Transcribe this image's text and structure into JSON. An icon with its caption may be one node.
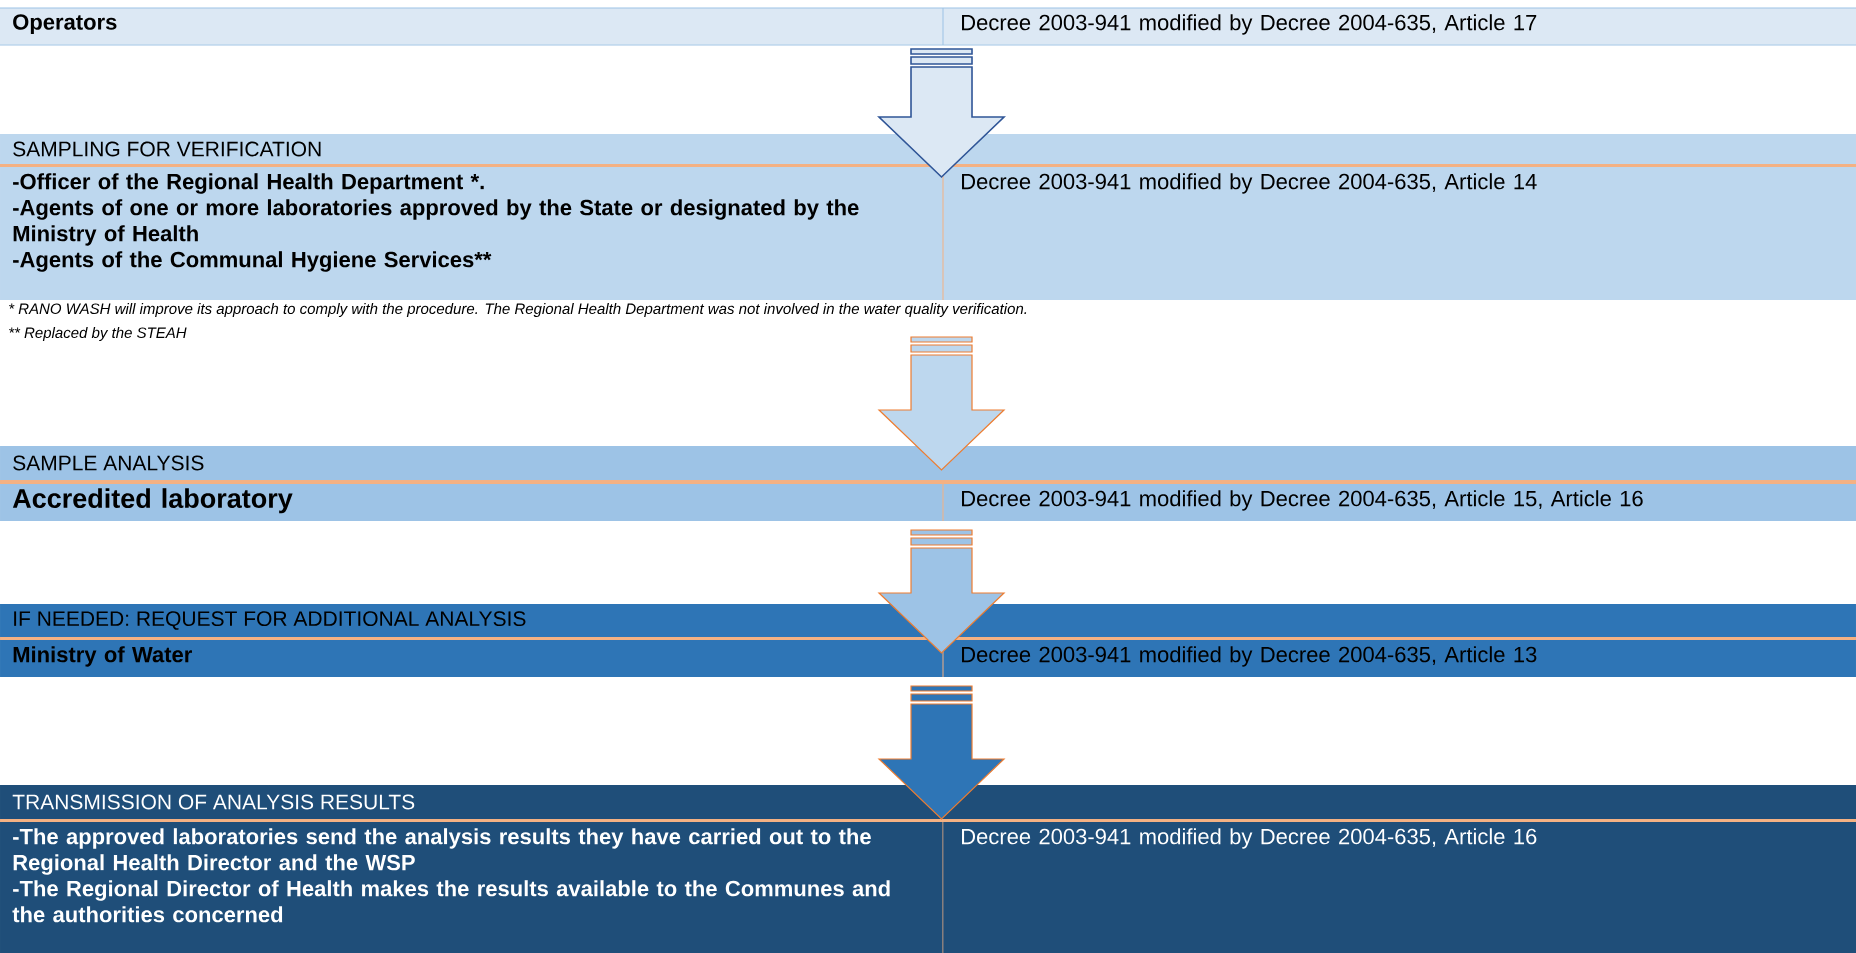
{
  "diagram": {
    "nodes": [
      {
        "text": [
          "Operators",
          "Decree 2003-941 modified by Decree 2004-635, Article 17"
        ]
      },
      {
        "text": [
          "SAMPLING FOR VERIFICATION",
          "-Officer of the Regional Health Department *.",
          "-Agents of one or more laboratories approved by the State or designated by the Ministry of Health",
          "-Agents of the Communal Hygiene Services**",
          "Decree 2003-941 modified by Decree 2004-635, Article 14"
        ]
      },
      {
        "text": [
          "SAMPLE ANALYSIS",
          "Accredited laboratory",
          "Decree 2003-941 modified by Decree 2004-635, Article 15, Article 16"
        ]
      },
      {
        "text": [
          "IF NEEDED: REQUEST FOR ADDITIONAL ANALYSIS",
          "Ministry of Water",
          "Decree 2003-941 modified by Decree 2004-635, Article 13"
        ]
      },
      {
        "text": [
          "TRANSMISSION OF ANALYSIS RESULTS",
          "-The approved laboratories send the analysis results they have carried out to the  Regional Health Director and the WSP",
          "-The Regional Director of Health makes the results available to the Communes and the authorities concerned",
          "Decree 2003-941 modified by Decree 2004-635, Article 16"
        ]
      }
    ],
    "edges": [
      {
        "from": 0,
        "to": 1,
        "arrow": "to",
        "color": "#2f5597"
      },
      {
        "from": 1,
        "to": 2,
        "arrow": "to"
      },
      {
        "from": 2,
        "to": 3,
        "arrow": "to"
      },
      {
        "from": 3,
        "to": 4,
        "arrow": "to"
      }
    ],
    "labels": [
      "* RANO WASH will improve its approach to comply with the procedure. The Regional Health Department was not involved in the water quality verification.",
      "** Replaced by the STEAH"
    ]
  }
}
